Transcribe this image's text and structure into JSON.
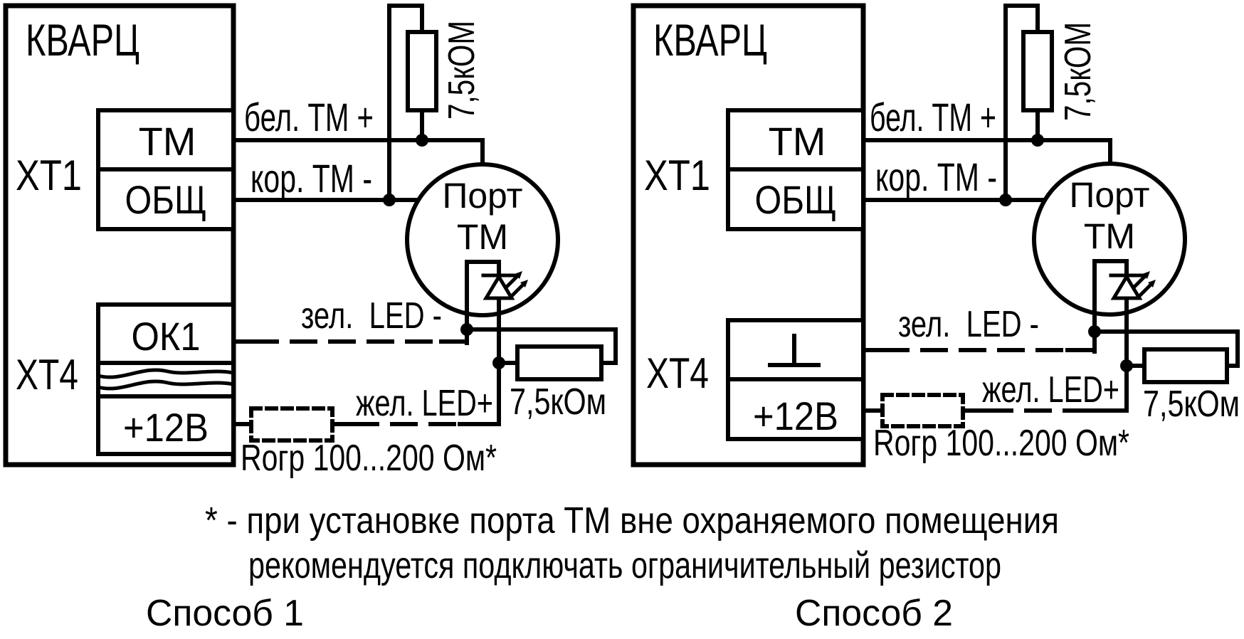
{
  "page": {
    "background": "#ffffff",
    "ink": "#000000"
  },
  "footnote": {
    "line1": "* - при установке порта ТМ вне охраняемого помещения",
    "line2": "рекомендуется подключать ограничительный резистор"
  },
  "diagrams": [
    {
      "caption": "Способ 1",
      "device": "КВАРЦ",
      "xt1": {
        "name": "ХТ1",
        "terminal_top": "ТМ",
        "terminal_bottom": "ОБЩ"
      },
      "xt4": {
        "name": "ХТ4",
        "terminal_top": "ОК1",
        "terminal_bottom": "+12В",
        "break_symbol": "wavy-break-icon"
      },
      "wires": {
        "tm_plus": "бел. ТМ +",
        "tm_minus": "кор. ТМ -",
        "led_minus": "зел.  LED -",
        "led_plus": "жел. LED+"
      },
      "resistors": {
        "pullup": "7,5кОМ",
        "shunt": "7,5кОм",
        "limiter": "Rогр 100...200 Ом*"
      },
      "port": {
        "line1": "Порт",
        "line2": "ТМ",
        "led_icon": "led-diode-icon"
      }
    },
    {
      "caption": "Способ 2",
      "device": "КВАРЦ",
      "xt1": {
        "name": "ХТ1",
        "terminal_top": "ТМ",
        "terminal_bottom": "ОБЩ"
      },
      "xt4": {
        "name": "ХТ4",
        "terminal_top_symbol": "ground-icon",
        "terminal_bottom": "+12В"
      },
      "wires": {
        "tm_plus": "бел. ТМ +",
        "tm_minus": "кор. ТМ -",
        "led_minus": "зел.  LED -",
        "led_plus": "жел. LED+"
      },
      "resistors": {
        "pullup": "7,5кОМ",
        "shunt": "7,5кОм",
        "limiter": "Rогр 100...200 Ом*"
      },
      "port": {
        "line1": "Порт",
        "line2": "ТМ",
        "led_icon": "led-diode-icon"
      }
    }
  ]
}
